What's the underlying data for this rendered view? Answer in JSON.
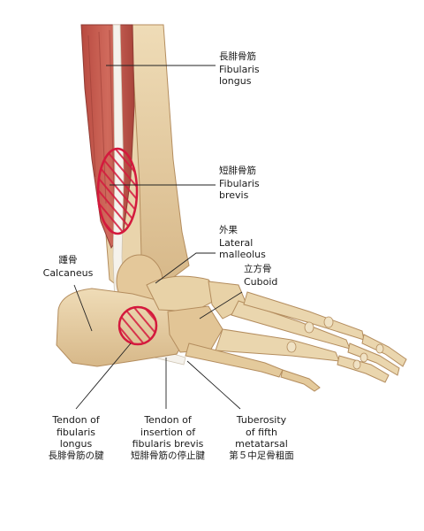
{
  "labels": {
    "fibularis_longus": {
      "jp": "長腓骨筋",
      "en1": "Fibularis",
      "en2": "longus"
    },
    "fibularis_brevis": {
      "jp": "短腓骨筋",
      "en1": "Fibularis",
      "en2": "brevis"
    },
    "lateral_malleolus": {
      "jp": "外果",
      "en1": "Lateral",
      "en2": "malleolus"
    },
    "cuboid": {
      "jp": "立方骨",
      "en1": "Cuboid"
    },
    "calcaneus": {
      "jp": "踵骨",
      "en1": "Calcaneus"
    },
    "tendon_longus": {
      "en1": "Tendon of",
      "en2": "fibularis",
      "en3": "longus",
      "jp": "長腓骨筋の腱"
    },
    "tendon_brevis": {
      "en1": "Tendon of",
      "en2": "insertion of",
      "en3": "fibularis brevis",
      "jp": "短腓骨筋の停止腱"
    },
    "tuberosity": {
      "en1": "Tuberosity",
      "en2": "of fifth",
      "en3": "metatarsal",
      "jp": "第５中足骨粗面"
    }
  },
  "colors": {
    "bone": "#e6cfa4",
    "bone_shade": "#c9a676",
    "muscle": "#c2554a",
    "tendon": "#f4f1ec",
    "highlight": "#d4193d",
    "leader": "#222222"
  }
}
